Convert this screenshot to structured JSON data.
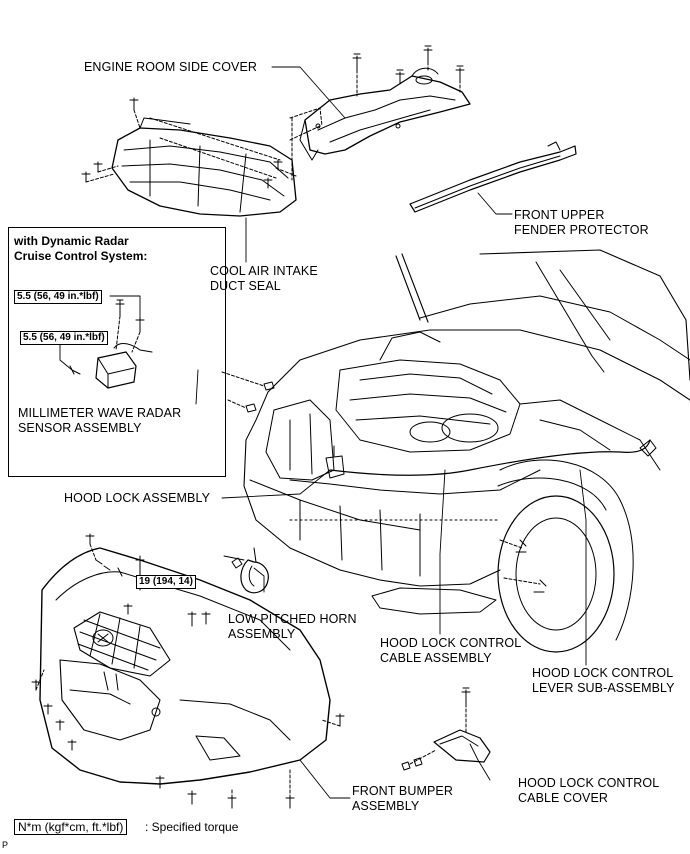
{
  "labels": {
    "engine_room_side_cover": "ENGINE ROOM SIDE COVER",
    "front_upper_fender_protector": [
      "FRONT UPPER",
      "FENDER PROTECTOR"
    ],
    "cool_air_intake_duct_seal": [
      "COOL AIR INTAKE",
      "DUCT SEAL"
    ],
    "millimeter_wave_radar_sensor": [
      "MILLIMETER WAVE RADAR",
      "SENSOR ASSEMBLY"
    ],
    "hood_lock_assembly": "HOOD LOCK ASSEMBLY",
    "low_pitched_horn": [
      "LOW PITCHED HORN",
      "ASSEMBLY"
    ],
    "hood_lock_control_cable": [
      "HOOD LOCK CONTROL",
      "CABLE ASSEMBLY"
    ],
    "hood_lock_control_lever": [
      "HOOD LOCK CONTROL",
      "LEVER SUB-ASSEMBLY"
    ],
    "hood_lock_control_cable_cover": [
      "HOOD LOCK CONTROL",
      "CABLE COVER"
    ],
    "front_bumper_assembly": [
      "FRONT BUMPER",
      "ASSEMBLY"
    ]
  },
  "radar_box": {
    "title": [
      "with Dynamic Radar",
      "Cruise Control System:"
    ],
    "torque_upper": "5.5 (56, 49 in.*lbf)",
    "torque_lower": "5.5 (56, 49 in.*lbf)"
  },
  "horn_torque": "19 (194, 14)",
  "legend": {
    "box": "N*m (kgf*cm, ft.*lbf)",
    "text": ": Specified torque"
  },
  "corner_mark": "P"
}
